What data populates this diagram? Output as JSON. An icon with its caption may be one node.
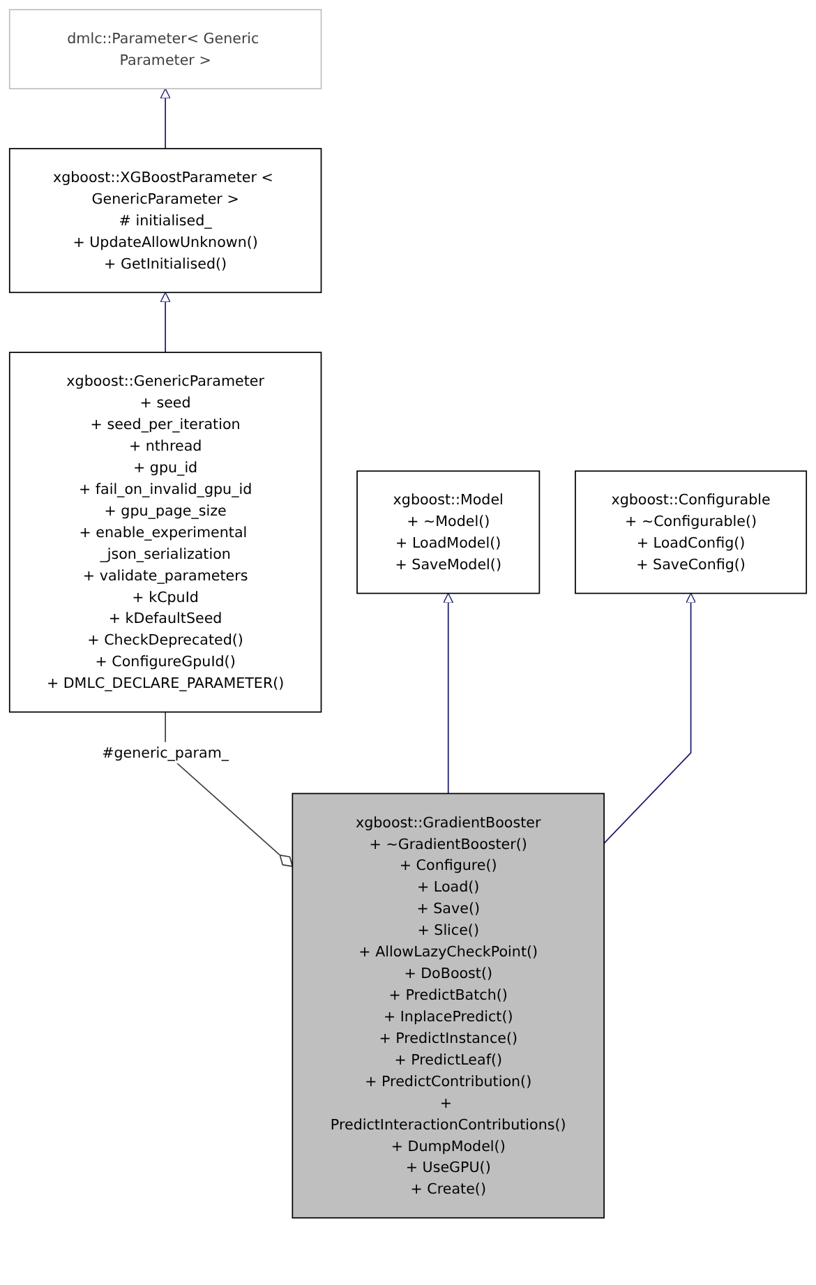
{
  "diagram": {
    "nodes": [
      {
        "text": [
          "dmlc::Parameter< Generic Parameter >"
        ]
      },
      {
        "text": [
          "xgboost::XGBoostParameter < GenericParameter >",
          "# initialised_",
          "+ UpdateAllowUnknown()",
          "+ GetInitialised()"
        ]
      },
      {
        "text": [
          "xgboost::GenericParameter",
          "+ seed",
          "+ seed_per_iteration",
          "+ nthread",
          "+ gpu_id",
          "+ fail_on_invalid_gpu_id",
          "+ gpu_page_size",
          "+ enable_experimental _json_serialization",
          "+ validate_parameters",
          "+ kCpuId",
          "+ kDefaultSeed",
          "+ CheckDeprecated()",
          "+ ConfigureGpuId()",
          "+ DMLC_DECLARE_PARAMETER()"
        ]
      },
      {
        "text": [
          "xgboost::Model",
          "+ ~Model()",
          "+ LoadModel()",
          "+ SaveModel()"
        ]
      },
      {
        "text": [
          "xgboost::Configurable",
          "+ ~Configurable()",
          "+ LoadConfig()",
          "+ SaveConfig()"
        ]
      },
      {
        "text": [
          "xgboost::GradientBooster",
          "+ ~GradientBooster()",
          "+ Configure()",
          "+ Load()",
          "+ Save()",
          "+ Slice()",
          "+ AllowLazyCheckPoint()",
          "+ DoBoost()",
          "+ PredictBatch()",
          "+ InplacePredict()",
          "+ PredictInstance()",
          "+ PredictLeaf()",
          "+ PredictContribution()",
          "+ PredictInteractionContributions()",
          "+ DumpModel()",
          "+ UseGPU()",
          "+ Create()"
        ]
      }
    ],
    "edges": [
      {
        "from": 1,
        "to": 0,
        "arrow": "to"
      },
      {
        "from": 2,
        "to": 1,
        "arrow": "to"
      },
      {
        "from": 5,
        "to": 3,
        "arrow": "to"
      },
      {
        "from": 5,
        "to": 4,
        "arrow": "to"
      },
      {
        "from": 2,
        "to": 5,
        "arrow": "other",
        "label": "#generic_param_",
        "color": "#404040"
      }
    ]
  }
}
